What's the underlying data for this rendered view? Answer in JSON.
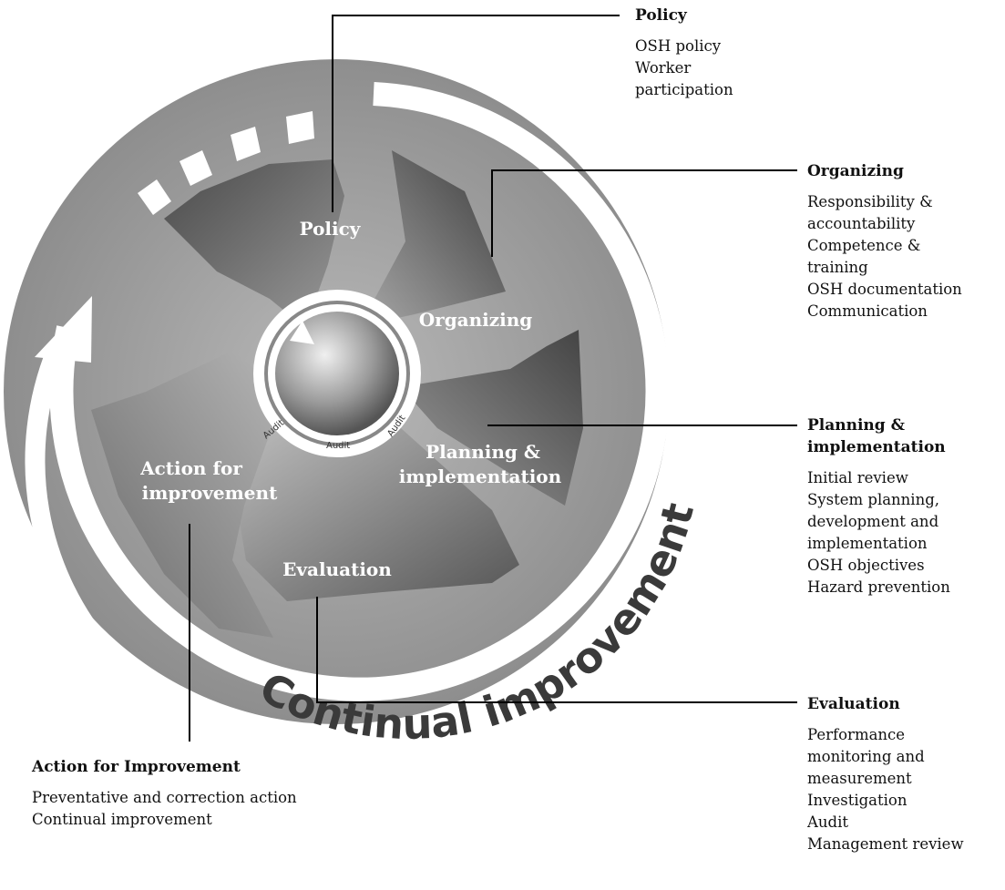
{
  "wheel": {
    "segments": {
      "policy": "Policy",
      "organizing": "Organizing",
      "planning_line1": "Planning &",
      "planning_line2": "implementation",
      "evaluation": "Evaluation",
      "action_line1": "Action for",
      "action_line2": "improvement"
    },
    "audit_label": "Audit",
    "ring_text": "Continual improvement"
  },
  "callouts": {
    "policy": {
      "title": "Policy",
      "items": [
        "OSH policy",
        "Worker",
        "participation"
      ]
    },
    "organizing": {
      "title": "Organizing",
      "items": [
        "Responsibility &",
        "accountability",
        "Competence &",
        "training",
        "OSH documentation",
        "Communication"
      ]
    },
    "planning": {
      "title_line1": "Planning &",
      "title_line2": "implementation",
      "items": [
        "Initial review",
        "System planning,",
        "development and",
        "implementation",
        "OSH objectives",
        "Hazard prevention"
      ]
    },
    "evaluation": {
      "title": "Evaluation",
      "items": [
        "Performance",
        "monitoring and",
        "measurement",
        "Investigation",
        "Audit",
        "Management review"
      ]
    },
    "action": {
      "title": "Action for Improvement",
      "items": [
        "Preventative and correction action",
        "Continual improvement"
      ]
    }
  }
}
